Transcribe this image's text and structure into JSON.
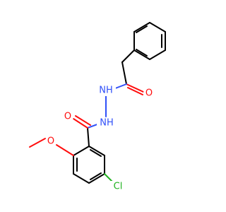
{
  "molecule": {
    "atoms": {
      "o_carbonyl_top": {
        "label": "O",
        "color": "#ff0d0d"
      },
      "nh_top": {
        "label": "NH",
        "color": "#3050f8"
      },
      "nh_bottom": {
        "label": "NH",
        "color": "#3050f8"
      },
      "o_carbonyl_mid": {
        "label": "O",
        "color": "#ff0d0d"
      },
      "o_methoxy": {
        "label": "O",
        "color": "#ff0d0d"
      },
      "cl": {
        "label": "Cl",
        "color": "#1fb11f"
      }
    },
    "bond_color": "#000000"
  }
}
